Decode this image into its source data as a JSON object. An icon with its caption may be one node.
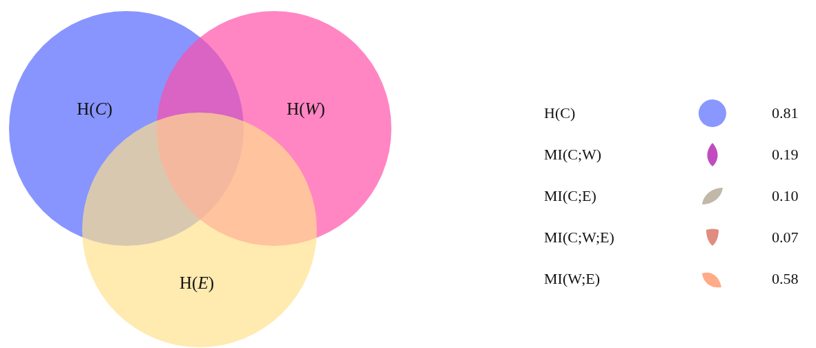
{
  "diagram": {
    "nodes": [
      {
        "text": [
          "H(*C*)"
        ]
      },
      {
        "text": [
          "H(*W*)"
        ]
      },
      {
        "text": [
          "H(*E*)"
        ]
      }
    ],
    "edges": [],
    "legend": [
      {
        "text": "H(C)"
      },
      {
        "text": "MI(C;W)"
      },
      {
        "text": "MI(C;E)"
      },
      {
        "text": "MI(C;W;E)"
      },
      {
        "text": "MI(W;E)"
      }
    ],
    "labels": [
      "0.81",
      "0.19",
      "0.10",
      "0.07",
      "0.58"
    ]
  }
}
